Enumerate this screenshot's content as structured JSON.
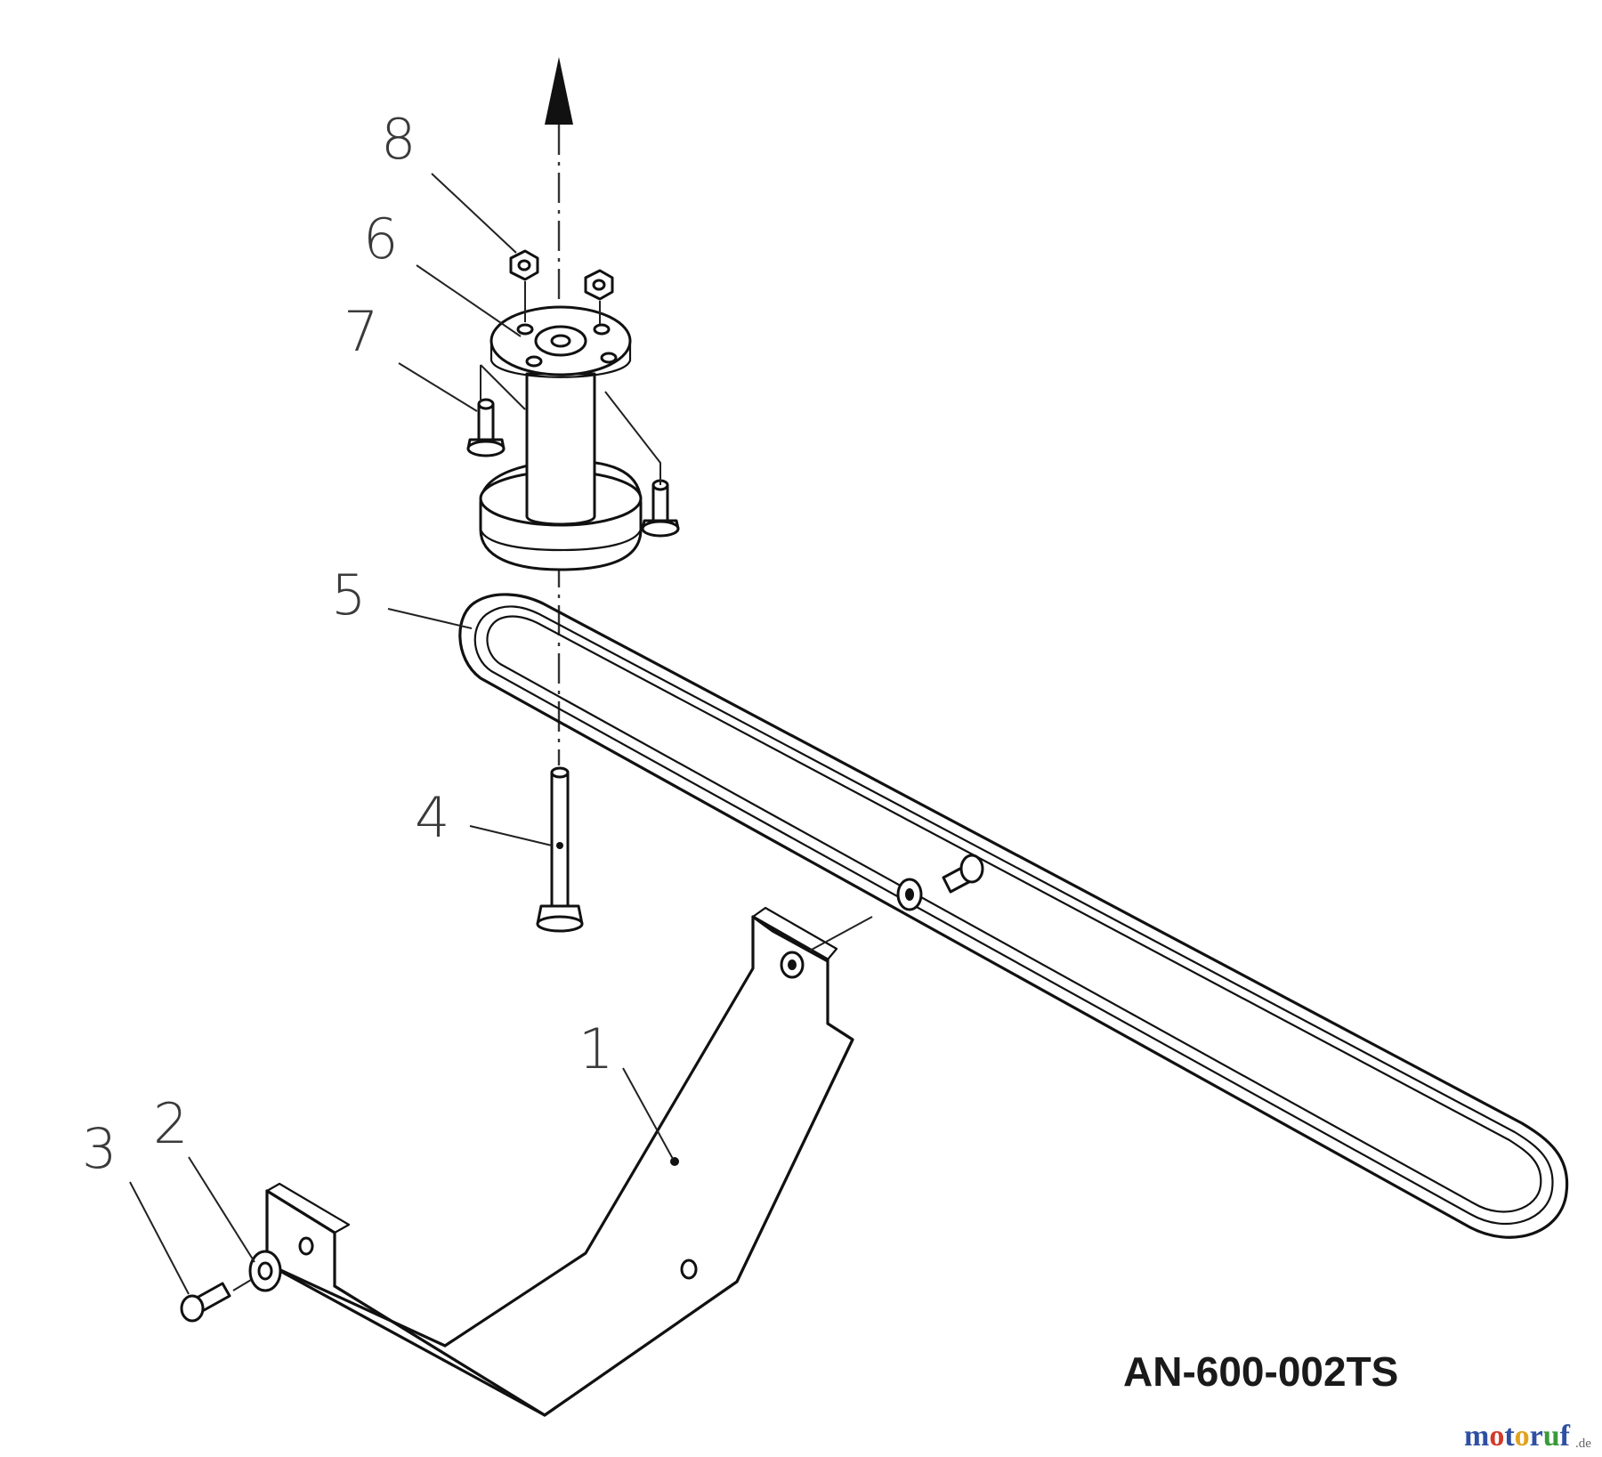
{
  "diagram": {
    "drawing_number": "AN-600-002TS",
    "watermark": {
      "letters": [
        {
          "char": "m",
          "color": "#2f4fa2"
        },
        {
          "char": "o",
          "color": "#d23a2a"
        },
        {
          "char": "t",
          "color": "#2f4fa2"
        },
        {
          "char": "o",
          "color": "#e1a21c"
        },
        {
          "char": "r",
          "color": "#2f4fa2"
        },
        {
          "char": "u",
          "color": "#3a9a3a"
        },
        {
          "char": "f",
          "color": "#2f4fa2"
        }
      ],
      "suffix": ".de"
    },
    "parts": [
      {
        "number": "1",
        "name": "bracket"
      },
      {
        "number": "2",
        "name": "washer"
      },
      {
        "number": "3",
        "name": "bolt"
      },
      {
        "number": "4",
        "name": "axle-bolt"
      },
      {
        "number": "5",
        "name": "v-belt"
      },
      {
        "number": "6",
        "name": "pulley-assembly"
      },
      {
        "number": "7",
        "name": "screw"
      },
      {
        "number": "8",
        "name": "nut"
      }
    ],
    "colors": {
      "line": "#111111",
      "label": "#3a3a3a",
      "background": "#ffffff"
    }
  }
}
